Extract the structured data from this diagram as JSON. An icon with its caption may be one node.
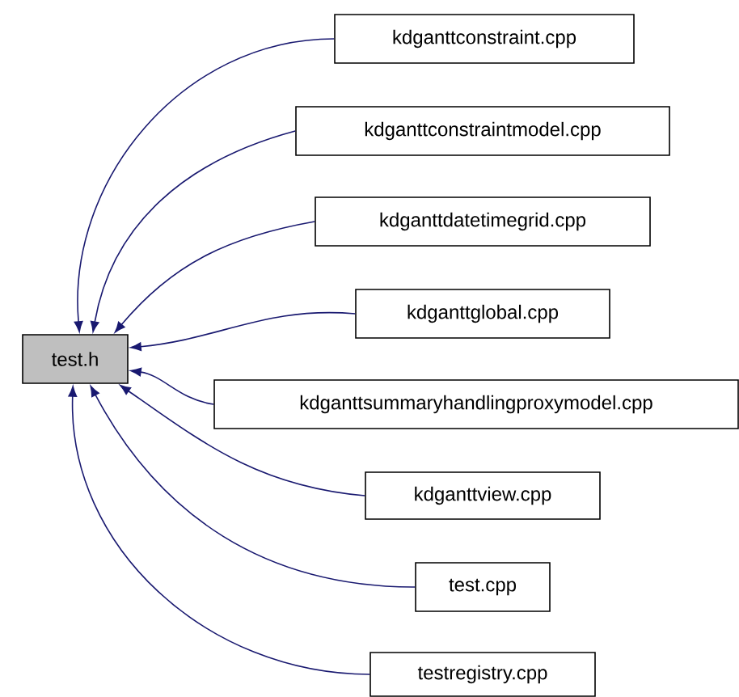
{
  "diagram": {
    "nodes": [
      {
        "text": [
          "test.h"
        ]
      },
      {
        "text": [
          "kdganttconstraint.cpp"
        ]
      },
      {
        "text": [
          "kdganttconstraintmodel.cpp"
        ]
      },
      {
        "text": [
          "kdganttdatetimegrid.cpp"
        ]
      },
      {
        "text": [
          "kdganttglobal.cpp"
        ]
      },
      {
        "text": [
          "kdganttsummaryhandlingproxymodel.cpp"
        ]
      },
      {
        "text": [
          "kdganttview.cpp"
        ]
      },
      {
        "text": [
          "test.cpp"
        ]
      },
      {
        "text": [
          "testregistry.cpp"
        ]
      }
    ],
    "edges": [
      {
        "from": 1,
        "to": 0,
        "arrow": "to"
      },
      {
        "from": 2,
        "to": 0,
        "arrow": "to"
      },
      {
        "from": 3,
        "to": 0,
        "arrow": "to"
      },
      {
        "from": 4,
        "to": 0,
        "arrow": "to"
      },
      {
        "from": 5,
        "to": 0,
        "arrow": "to"
      },
      {
        "from": 6,
        "to": 0,
        "arrow": "to"
      },
      {
        "from": 7,
        "to": 0,
        "arrow": "to"
      },
      {
        "from": 8,
        "to": 0,
        "arrow": "to"
      }
    ]
  }
}
